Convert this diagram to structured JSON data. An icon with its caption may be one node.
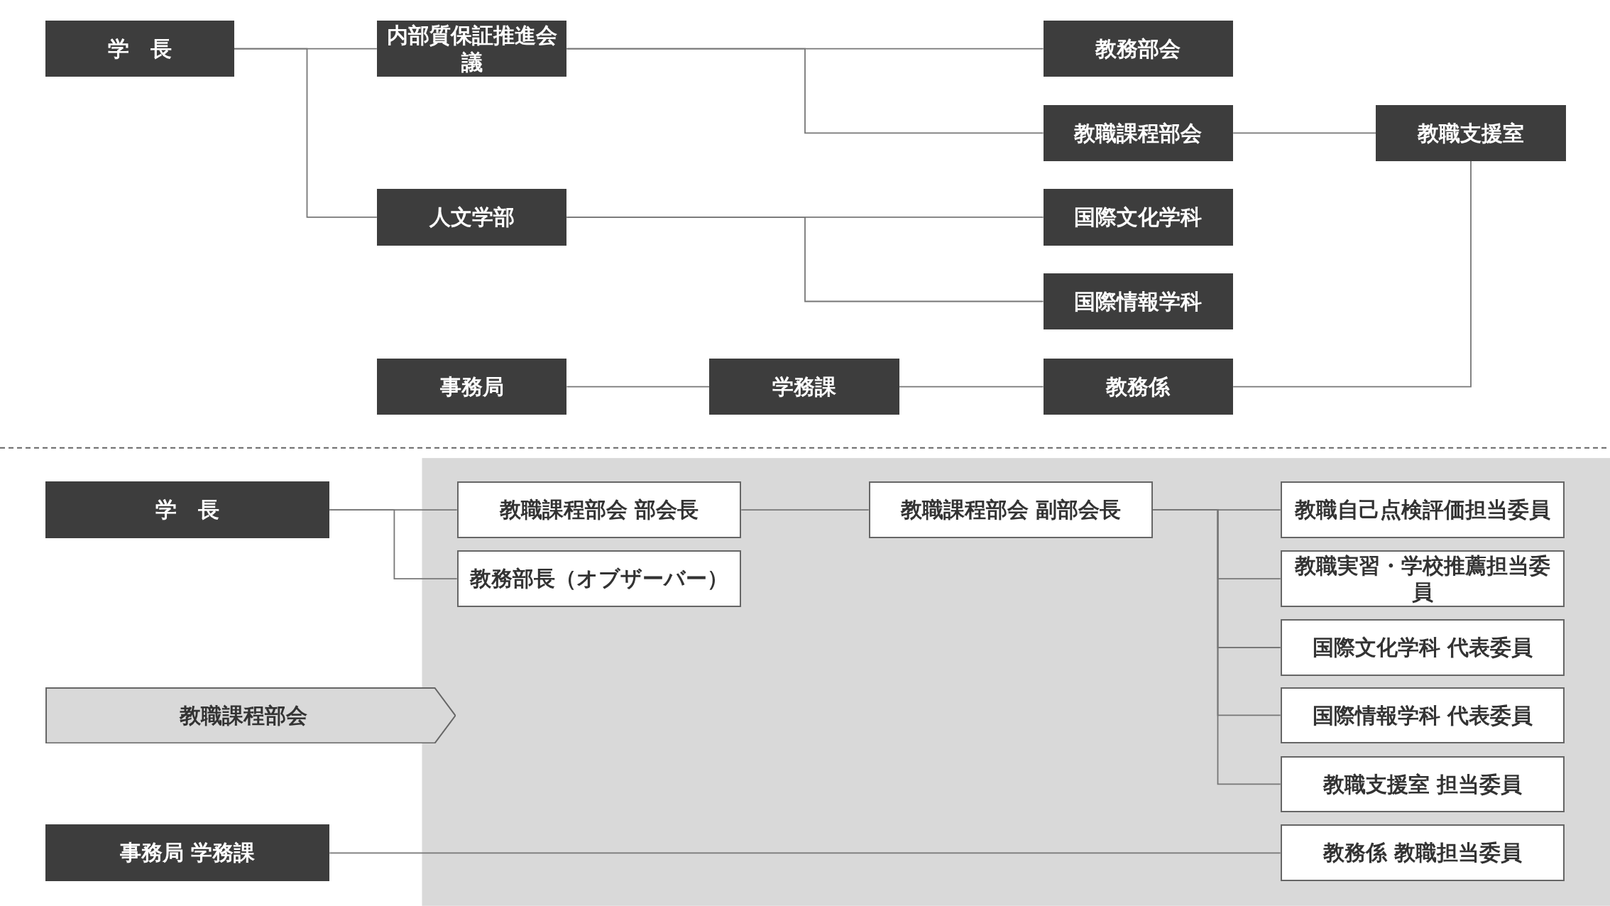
{
  "diagram": {
    "nodes": [
      {
        "text": [
          "学　長"
        ]
      },
      {
        "text": [
          "内部質保証推進会議"
        ]
      },
      {
        "text": [
          "教務部会"
        ]
      },
      {
        "text": [
          "教職課程部会"
        ]
      },
      {
        "text": [
          "教職支援室"
        ]
      },
      {
        "text": [
          "人文学部"
        ]
      },
      {
        "text": [
          "国際文化学科"
        ]
      },
      {
        "text": [
          "国際情報学科"
        ]
      },
      {
        "text": [
          "事務局"
        ]
      },
      {
        "text": [
          "学務課"
        ]
      },
      {
        "text": [
          "教務係"
        ]
      },
      {
        "text": [
          "学　長"
        ]
      },
      {
        "text": [
          "教職課程部会 部会長"
        ]
      },
      {
        "text": [
          "教職課程部会 副部会長"
        ]
      },
      {
        "text": [
          "教職自己点検評価担当委員"
        ]
      },
      {
        "text": [
          "教務部長（オブザーバー）"
        ]
      },
      {
        "text": [
          "教職実習・学校推薦担当委員"
        ]
      },
      {
        "text": [
          "国際文化学科 代表委員"
        ]
      },
      {
        "text": [
          "教職課程部会"
        ]
      },
      {
        "text": [
          "国際情報学科 代表委員"
        ]
      },
      {
        "text": [
          "教職支援室 担当委員"
        ]
      },
      {
        "text": [
          "事務局 学務課"
        ]
      },
      {
        "text": [
          "教務係 教職担当委員"
        ]
      }
    ],
    "edges": [
      {
        "from": 0,
        "to": 1,
        "arrow": "none"
      },
      {
        "from": 0,
        "to": 5,
        "arrow": "none"
      },
      {
        "from": 1,
        "to": 2,
        "arrow": "none"
      },
      {
        "from": 1,
        "to": 3,
        "arrow": "none"
      },
      {
        "from": 3,
        "to": 4,
        "arrow": "none"
      },
      {
        "from": 5,
        "to": 6,
        "arrow": "none"
      },
      {
        "from": 5,
        "to": 7,
        "arrow": "none"
      },
      {
        "from": 8,
        "to": 9,
        "arrow": "none"
      },
      {
        "from": 9,
        "to": 10,
        "arrow": "none"
      },
      {
        "from": 10,
        "to": 4,
        "arrow": "none"
      },
      {
        "from": 11,
        "to": 12,
        "arrow": "none"
      },
      {
        "from": 11,
        "to": 15,
        "arrow": "none"
      },
      {
        "from": 12,
        "to": 13,
        "arrow": "none"
      },
      {
        "from": 13,
        "to": 14,
        "arrow": "none"
      },
      {
        "from": 13,
        "to": 16,
        "arrow": "none"
      },
      {
        "from": 13,
        "to": 17,
        "arrow": "none"
      },
      {
        "from": 13,
        "to": 19,
        "arrow": "none"
      },
      {
        "from": 13,
        "to": 20,
        "arrow": "none"
      },
      {
        "from": 21,
        "to": 22,
        "arrow": "none"
      }
    ]
  }
}
